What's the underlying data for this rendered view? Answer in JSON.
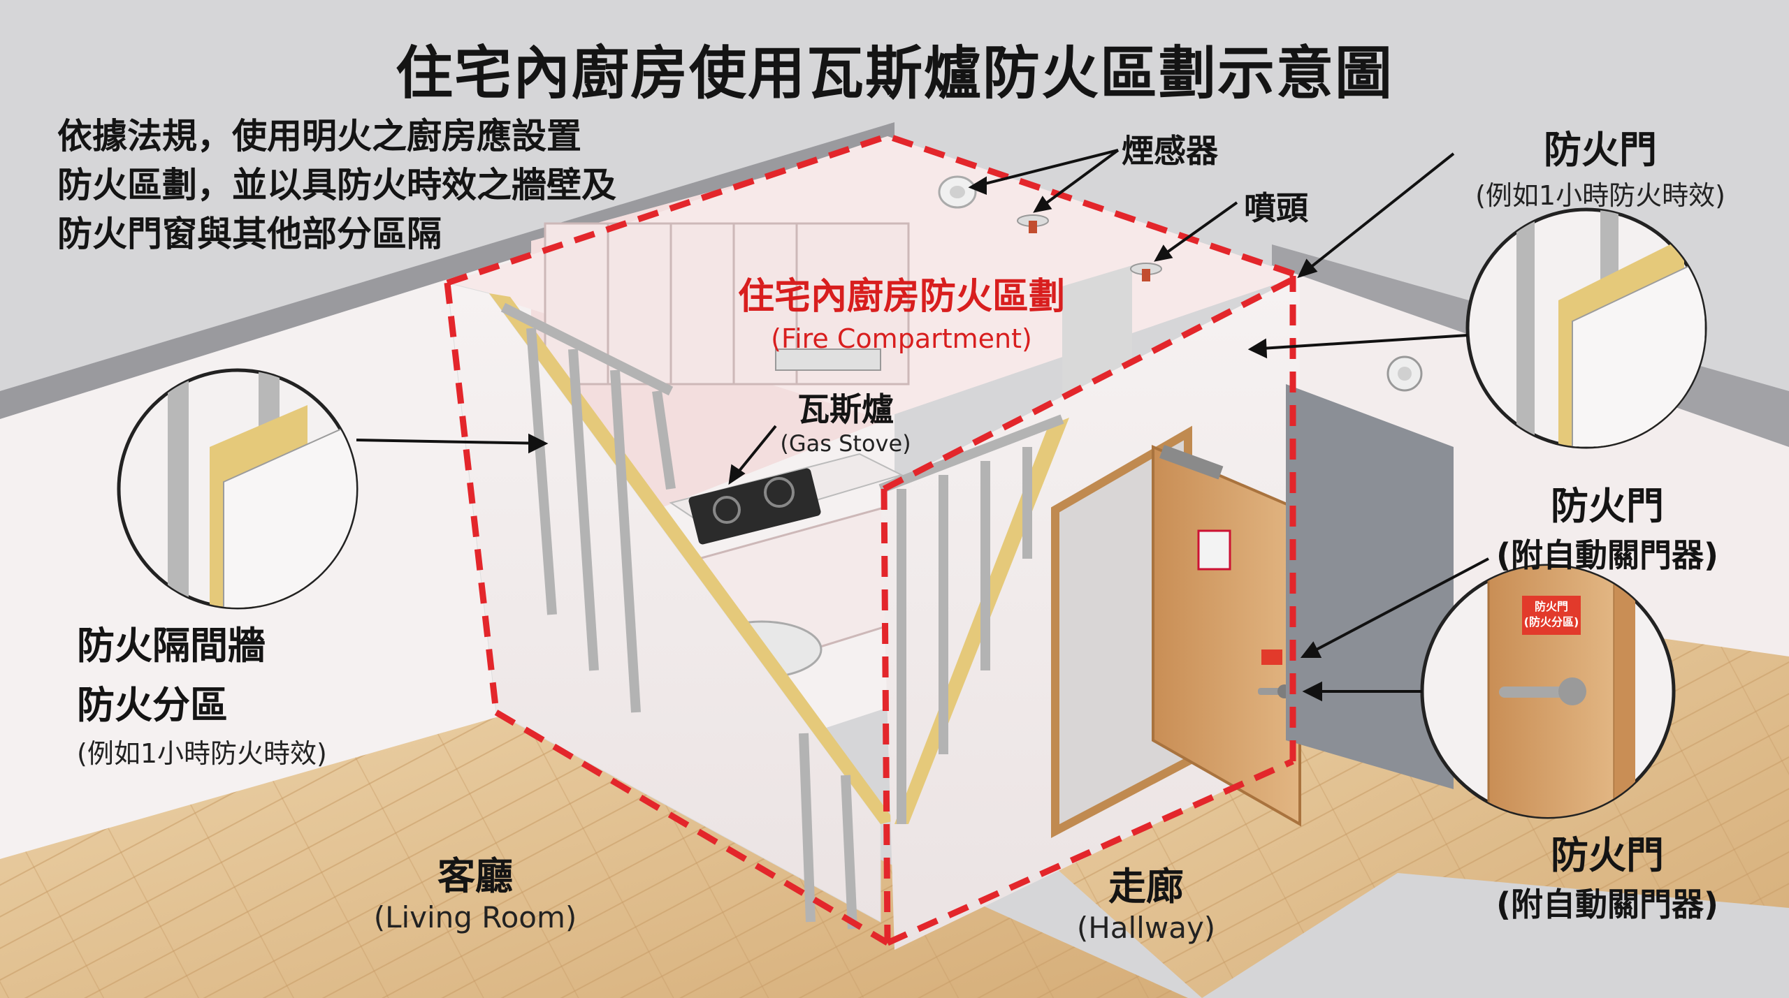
{
  "title": "住宅內廚房使用瓦斯爐防火區劃示意圖",
  "intro_lines": [
    "依據法規，使用明火之廚房應設置",
    "防火區劃，並以具防火時效之牆壁及",
    "防火門窗與其他部分區隔"
  ],
  "labels": {
    "smoke_detector": "煙感器",
    "sprinkler": "噴頭",
    "compartment_zh": "住宅內廚房防火區劃",
    "compartment_en": "(Fire Compartment)",
    "stove_zh": "瓦斯爐",
    "stove_en": "(Gas Stove)",
    "wall_line1": "防火隔間牆",
    "wall_line2": "防火分區",
    "wall_note": "(例如1小時防火時效)",
    "door_top_title": "防火門",
    "door_top_note": "(例如1小時防火時效)",
    "door_mid_title": "防火門",
    "door_mid_note": "(附自動關門器)",
    "door_bot_title": "防火門",
    "door_bot_note": "(附自動關門器)",
    "door_sign_zh_1": "防火門",
    "door_sign_zh_2": "(防火分區)",
    "living_zh": "客廳",
    "living_en": "(Living Room)",
    "hallway_zh": "走廊",
    "hallway_en": "(Hallway)"
  },
  "colors": {
    "compartment_line": "#e3262b",
    "accent_red": "#d81e1e",
    "floor": "#e2c395",
    "wall": "#f1ebeb",
    "door": "#d7a56f",
    "stud": "#b8b8b8",
    "insulation": "#e5c97a"
  },
  "icons": [
    "smoke-detector-icon",
    "sprinkler-icon",
    "gas-stove-icon",
    "door-closer-icon",
    "door-handle-icon"
  ]
}
